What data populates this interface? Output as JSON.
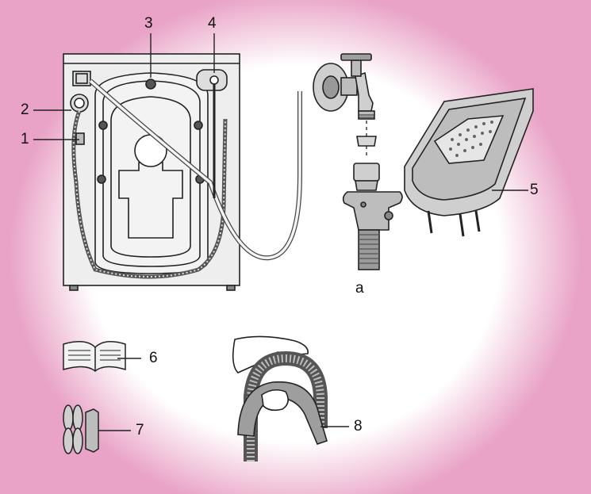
{
  "labels": {
    "l1": "1",
    "l2": "2",
    "l3": "3",
    "l4": "4",
    "l5": "5",
    "l6": "6",
    "l7": "7",
    "l8": "8",
    "la": "a"
  },
  "colors": {
    "background": "#e9a3c6",
    "line": "#222222",
    "machine_fill": "#eeeeee",
    "tray_fill": "#cfcfcf"
  },
  "icons": [
    "washing-machine-rear-illustration",
    "water-tap-illustration",
    "hose-connector-illustration",
    "tray-illustration",
    "manual-booklet-icon",
    "caps-icon",
    "hose-guide-illustration"
  ]
}
